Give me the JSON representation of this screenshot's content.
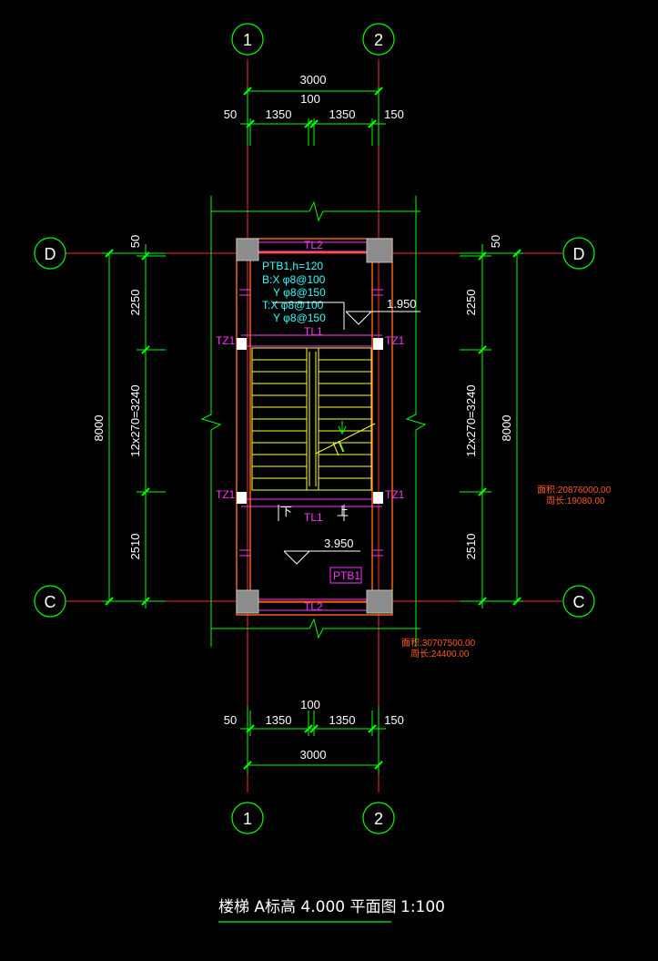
{
  "axes": {
    "col1": "1",
    "col2": "2",
    "rowD": "D",
    "rowC": "C"
  },
  "dims": {
    "top_total": "3000",
    "top_mid": "100",
    "top_left_edge": "50",
    "top_span1": "1350",
    "top_span2": "1350",
    "top_right_edge": "150",
    "bot_total": "3000",
    "bot_mid": "100",
    "bot_left_edge": "50",
    "bot_span1": "1350",
    "bot_span2": "1350",
    "bot_right_edge": "150",
    "left_total": "8000",
    "left_top_edge": "50",
    "left_seg1": "2250",
    "left_seg2": "12x270=3240",
    "left_seg3": "2510",
    "right_total": "8000",
    "right_top_edge": "50",
    "right_seg1": "2250",
    "right_seg2": "12x270=3240",
    "right_seg3": "2510"
  },
  "labels": {
    "tl2_top": "TL2",
    "tl1_upper": "TL1",
    "tl1_lower": "TL1",
    "tl2_bottom": "TL2",
    "tz1_ul": "TZ1",
    "tz1_ur": "TZ1",
    "tz1_ll": "TZ1",
    "tz1_lr": "TZ1",
    "slab_name": "PTB1,h=120",
    "slab_bx": "B:X  φ8@100",
    "slab_by": "Y  φ8@150",
    "slab_tx": "T:X  φ8@100",
    "slab_ty": "Y  φ8@150",
    "ptb1_tag": "PTB1",
    "elev_upper": "1.950",
    "elev_lower": "3.950",
    "down_arrow": "下",
    "up_arrow": "上"
  },
  "notes": {
    "area1": "面积:20876000.00",
    "perimeter1": "周长:19080.00",
    "area2": "面积:30707500.00",
    "perimeter2": "周长:24400.00"
  },
  "title": {
    "main": "楼梯 A标高 4.000  平面图",
    "scale": "1:100"
  },
  "colors": {
    "axis": "#ff2a2a",
    "dim": "#00ff00",
    "wall": "#ff6a1a",
    "beam": "#ff33ff",
    "stair": "#ffff33",
    "slab": "#33ffff"
  }
}
